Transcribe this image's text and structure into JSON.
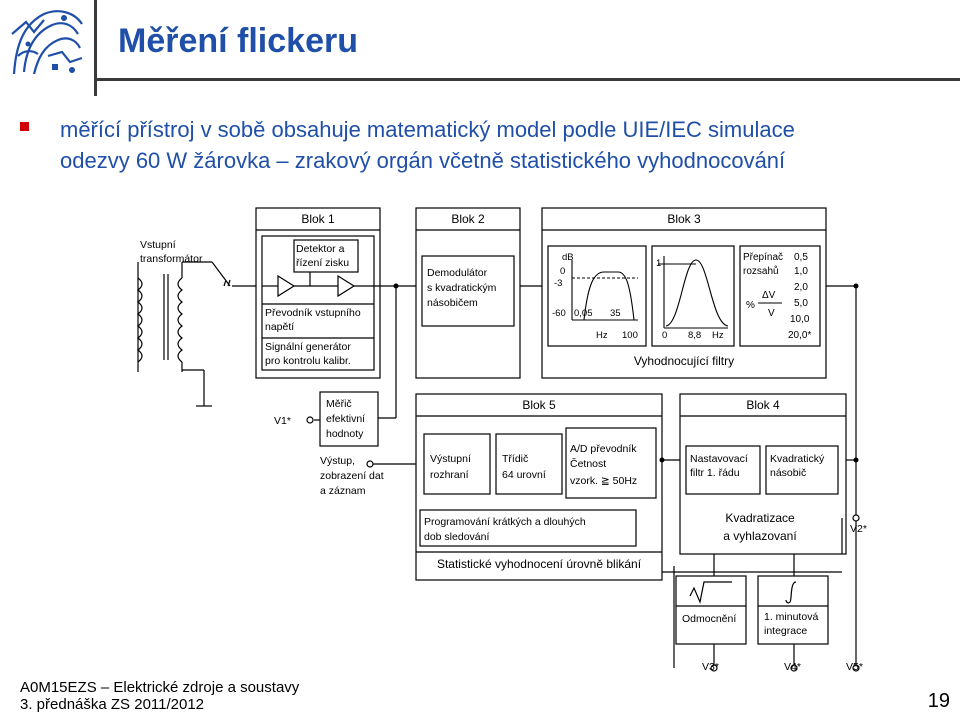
{
  "slide": {
    "title": "Měření flickeru",
    "bullet_line1": "měřící přístroj v sobě obsahuje matematický model podle UIE/IEC simulace",
    "bullet_line2": "odezvy 60 W žárovka – zrakový orgán včetně statistického vyhodnocování",
    "footer_line1": "A0M15EZS – Elektrické zdroje a soustavy",
    "footer_line2": "3. přednáška ZS 2011/2012",
    "page_number": "19"
  },
  "diagram": {
    "blok1": "Blok 1",
    "blok2": "Blok 2",
    "blok3": "Blok 3",
    "blok4": "Blok 4",
    "blok5": "Blok 5",
    "input_transformer_l1": "Vstupní",
    "input_transformer_l2": "transformátor",
    "detector_l1": "Detektor a",
    "detector_l2": "řízení zisku",
    "converter_l1": "Převodník vstupního",
    "converter_l2": "napětí",
    "signal_gen_l1": "Signální generátor",
    "signal_gen_l2": "pro kontrolu kalibr.",
    "demod_l1": "Demodulátor",
    "demod_l2": "s kvadratickým",
    "demod_l3": "násobičem",
    "eval_filters": "Vyhodnocující filtry",
    "filter1_db": "dB",
    "filter1_0": "0",
    "filter1_m3": "-3",
    "filter1_m60": "-60",
    "filter1_005": "0,05",
    "filter1_35": "35",
    "filter1_hz": "Hz",
    "filter1_100": "100",
    "filter2_1": "1",
    "filter2_0": "0",
    "filter2_88": "8,8",
    "filter2_hz": "Hz",
    "range_l1": "Přepínač",
    "range_l2": "rozsahů",
    "range_pct": "%",
    "range_dv": "ΔV",
    "range_v": "V",
    "range_vals": [
      "0,5",
      "1,0",
      "2,0",
      "5,0",
      "10,0",
      "20,0*"
    ],
    "rms_l1": "Měřič",
    "rms_l2": "efektivní",
    "rms_l3": "hodnoty",
    "v1": "V1*",
    "v2": "V2*",
    "v3": "V3*",
    "v4": "V4*",
    "v5": "V5*",
    "output_l1": "Výstup,",
    "output_l2": "zobrazení dat",
    "output_l3": "a záznam",
    "out_iface_l1": "Výstupní",
    "out_iface_l2": "rozhraní",
    "sorter_l1": "Třídič",
    "sorter_l2": "64 urovní",
    "adc_l1": "A/D převodník",
    "adc_l2": "Četnost",
    "adc_l3": "vzork. ≧ 50Hz",
    "prog_l1": "Programování krátkých a dlouhých",
    "prog_l2": "dob sledování",
    "stat_eval": "Statistické vyhodnocení úrovně blikání",
    "tune_l1": "Nastavovací",
    "tune_l2": "filtr 1. řádu",
    "quad_mult_l1": "Kvadratický",
    "quad_mult_l2": "násobič",
    "quad_l1": "Kvadratizace",
    "quad_l2": "a vyhlazovaní",
    "sqrt_label": "Odmocnění",
    "integ_l1": "1. minutová",
    "integ_l2": "integrace"
  }
}
